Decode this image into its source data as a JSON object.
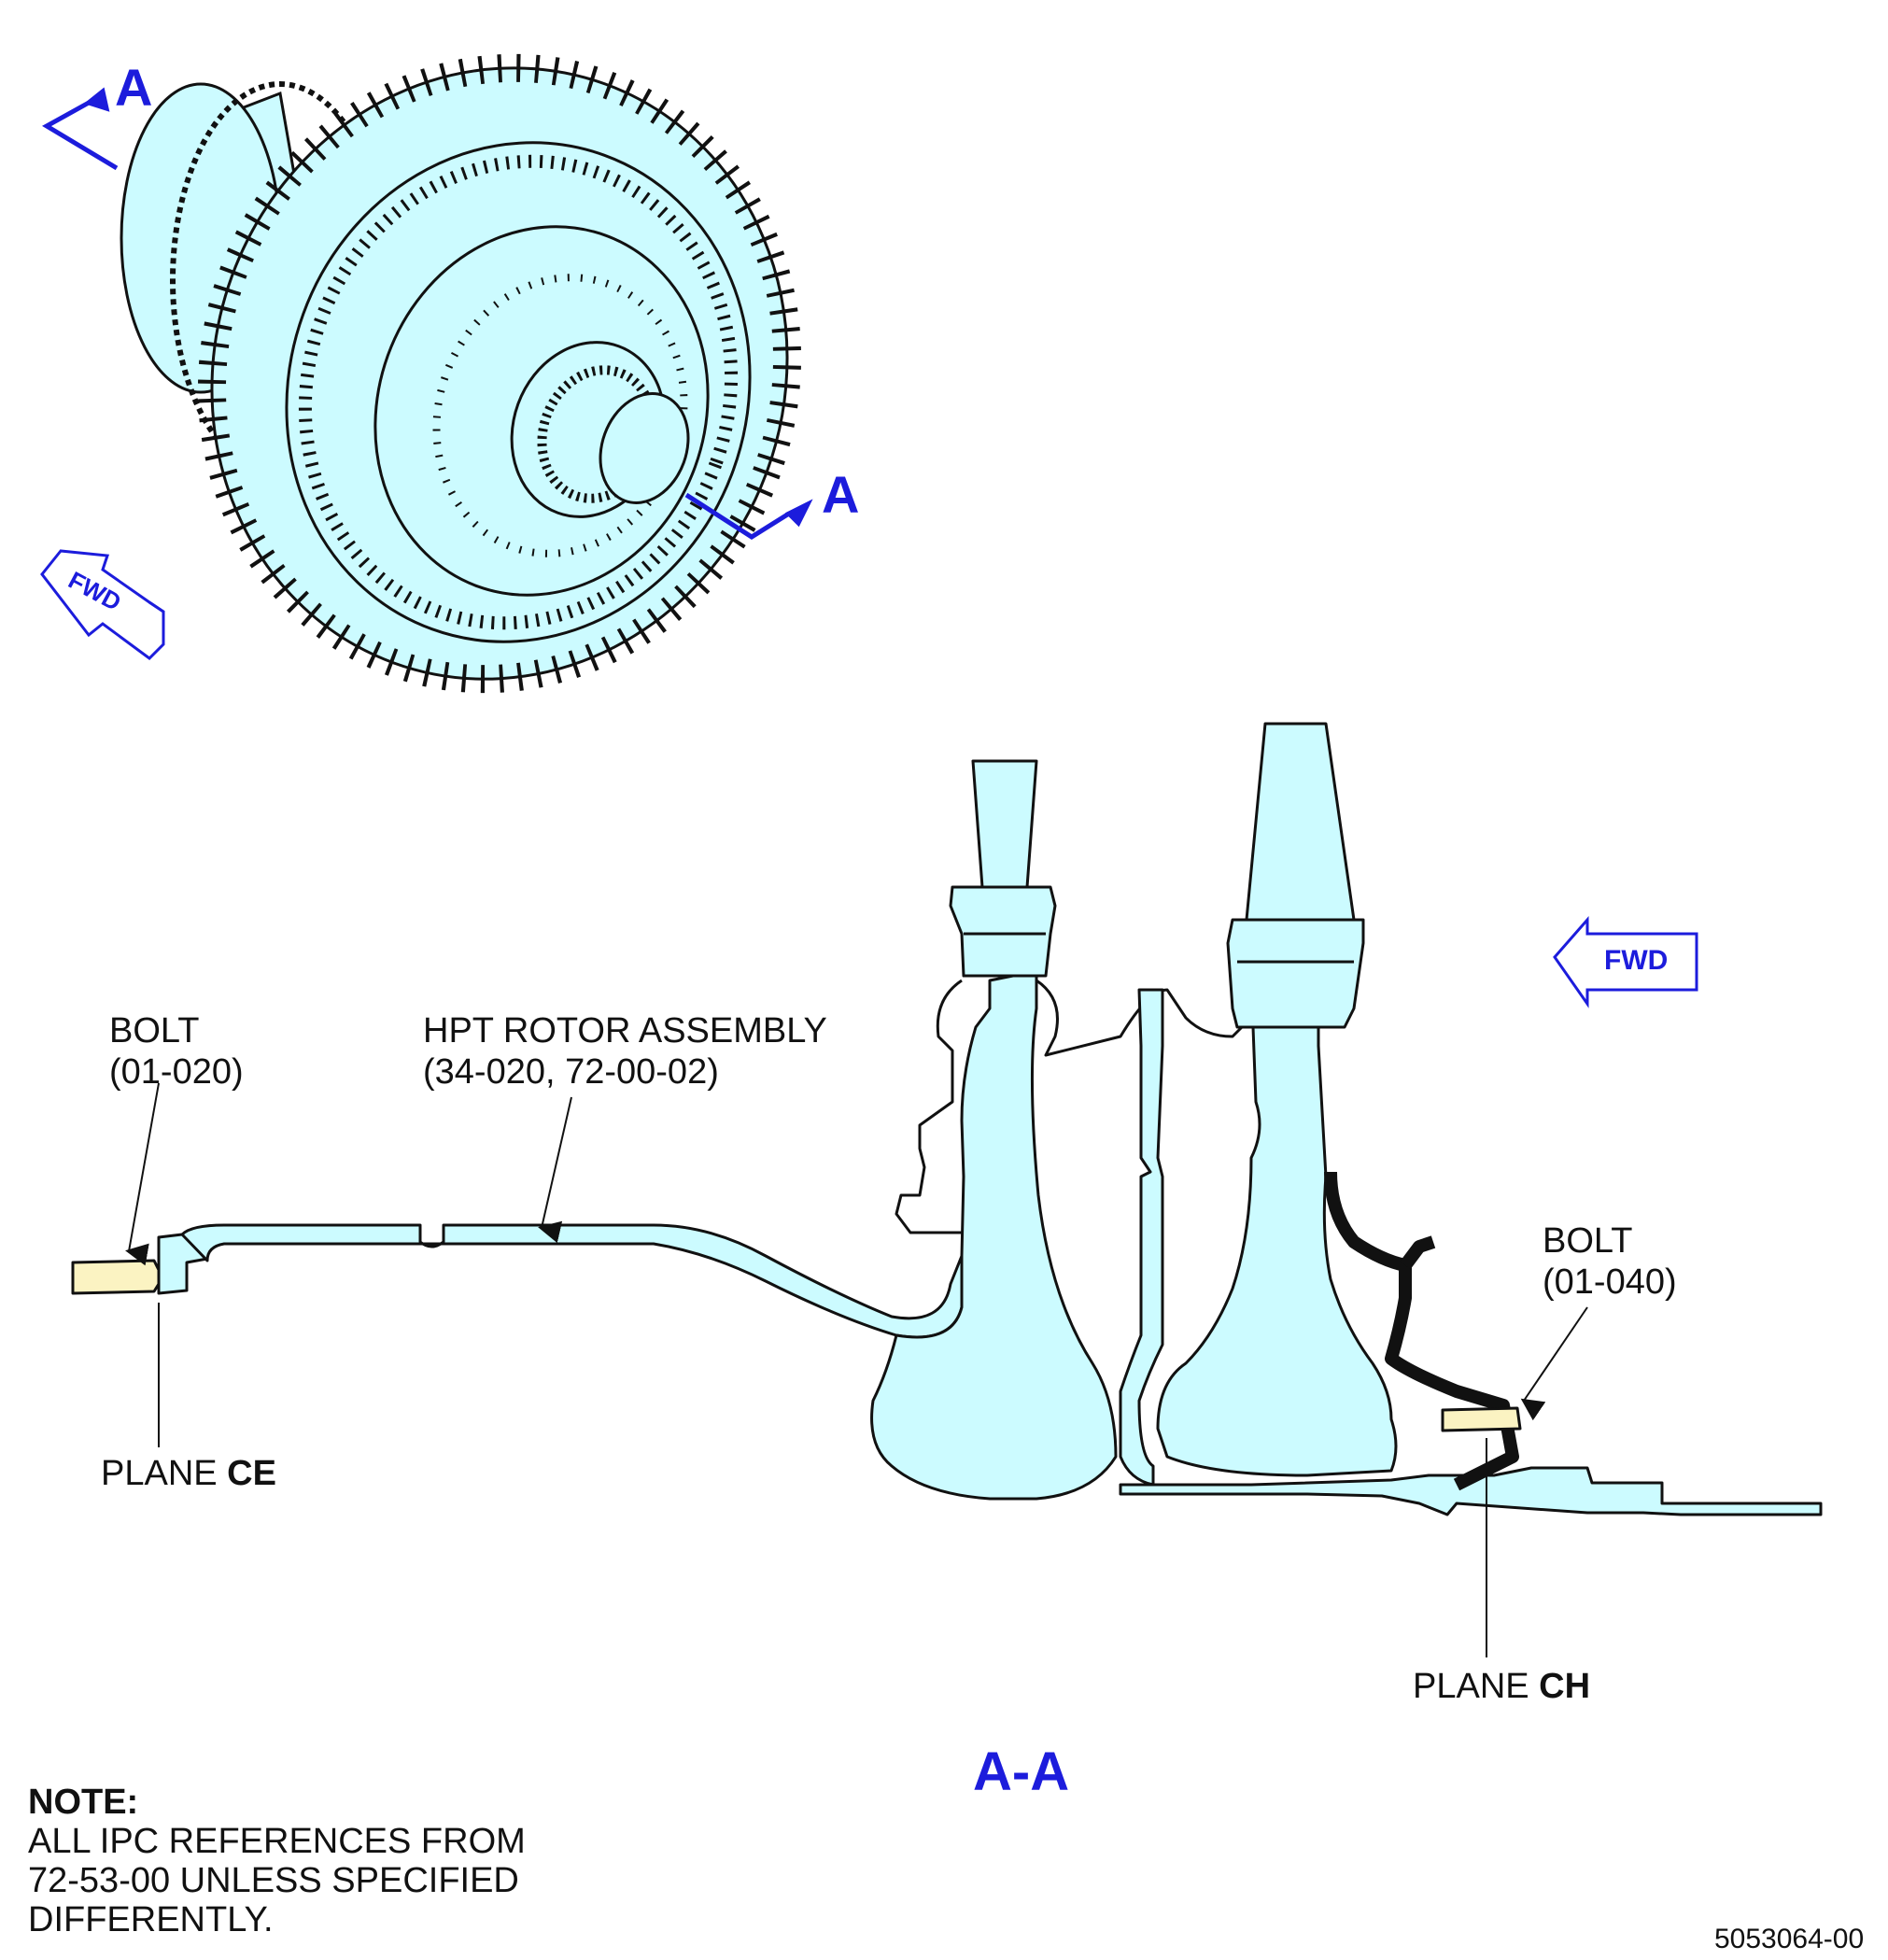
{
  "section_marker": "A",
  "section_title": "A-A",
  "fwd_label": "FWD",
  "callouts": {
    "bolt_left": {
      "name": "BOLT",
      "ref": "(01-020)"
    },
    "hpt_rotor": {
      "name": "HPT ROTOR ASSEMBLY",
      "ref": "(34-020, 72-00-02)"
    },
    "bolt_right": {
      "name": "BOLT",
      "ref": "(01-040)"
    },
    "plane_ce": {
      "prefix": "PLANE ",
      "code": "CE"
    },
    "plane_ch": {
      "prefix": "PLANE ",
      "code": "CH"
    }
  },
  "note": {
    "title": "NOTE:",
    "lines": [
      "ALL IPC REFERENCES FROM",
      "72-53-00 UNLESS SPECIFIED",
      "DIFFERENTLY."
    ]
  },
  "figure_id": "5053064-00",
  "colors": {
    "part_fill": "#ccfbff",
    "highlight_fill": "#fbf3c2",
    "accent_blue": "#1c1cdc",
    "outline": "#111111"
  }
}
